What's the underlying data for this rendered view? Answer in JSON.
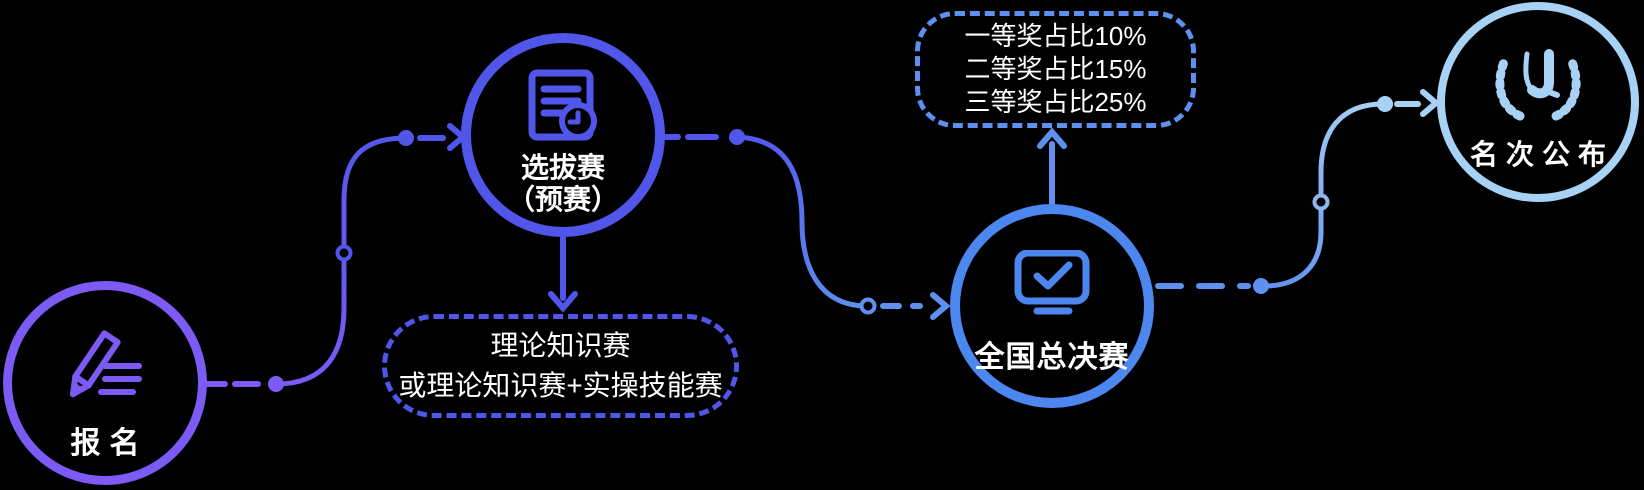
{
  "colors": {
    "bg": "#000000",
    "purple": "#7C5BF5",
    "indigo": "#5156EB",
    "blue": "#4C86EF",
    "sky": "#5E90F0",
    "lightblue": "#A8D2F5",
    "text": "#FFFFFF"
  },
  "nodes": {
    "signup": {
      "label": "报名",
      "icon": "pencil-icon"
    },
    "selection": {
      "label": "选拔赛",
      "sublabel": "（预赛）",
      "icon": "document-clock-icon"
    },
    "finals": {
      "label": "全国总决赛",
      "icon": "monitor-check-icon"
    },
    "results": {
      "label": "名次公布",
      "icon": "laurel-u-icon",
      "icon_letter": "U"
    }
  },
  "callouts": {
    "preliminary_format": {
      "line1": "理论知识赛",
      "line2": "或理论知识赛+实操技能赛"
    },
    "prize_ratio": {
      "line1": "一等奖占比10%",
      "line2": "二等奖占比15%",
      "line3": "三等奖占比25%"
    }
  }
}
